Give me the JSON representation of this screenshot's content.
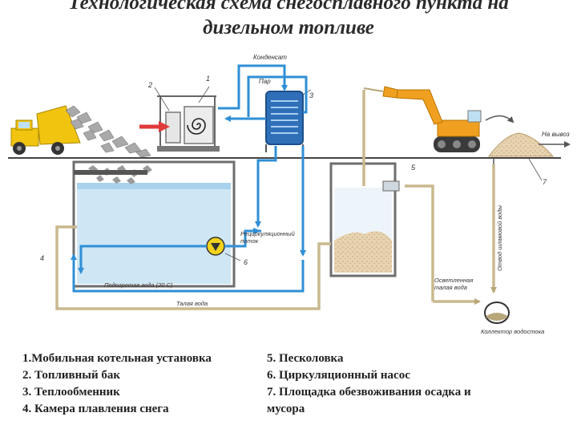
{
  "title": {
    "line1": "Технологическая схема снегосплавного пункта на",
    "line2": "дизельном топливе"
  },
  "labels": {
    "kondensat": "Конденсат",
    "par": "Пар",
    "n1": "1",
    "n2": "2",
    "n3": "3",
    "n4": "4",
    "n5": "5",
    "n6": "6",
    "n7": "7",
    "na_vyvoz": "На вывоз",
    "recirc_line1": "Рециркуляционный",
    "recirc_line2": "поток",
    "podogretaya": "Подогретая вода (20 С)",
    "talaya": "Талая вода",
    "otvod_shlamovoy": "Отвод шламовой воды",
    "osvetlennaya_line1": "Осветленная",
    "osvetlennaya_line2": "талая вода",
    "kollektor": "Коллектор водостока"
  },
  "legend": {
    "left": [
      "1.Мобильная котельная установка",
      "2. Топливный бак",
      "3. Теплообменник",
      "4. Камера плавления снега"
    ],
    "right": [
      "5. Песколовка",
      "6. Циркуляционный насос",
      "7. Площадка обезвоживания осадка и",
      "мусора"
    ]
  },
  "colors": {
    "steam": "#2f8fd6",
    "meltwater": "#c9b98e",
    "water": "#cfe6f4",
    "sand": "#e7d3b0",
    "excavator": "#f0a020",
    "truck": "#f1c40f",
    "arrow_red": "#e03a3a",
    "pump": "#f2d21b"
  }
}
